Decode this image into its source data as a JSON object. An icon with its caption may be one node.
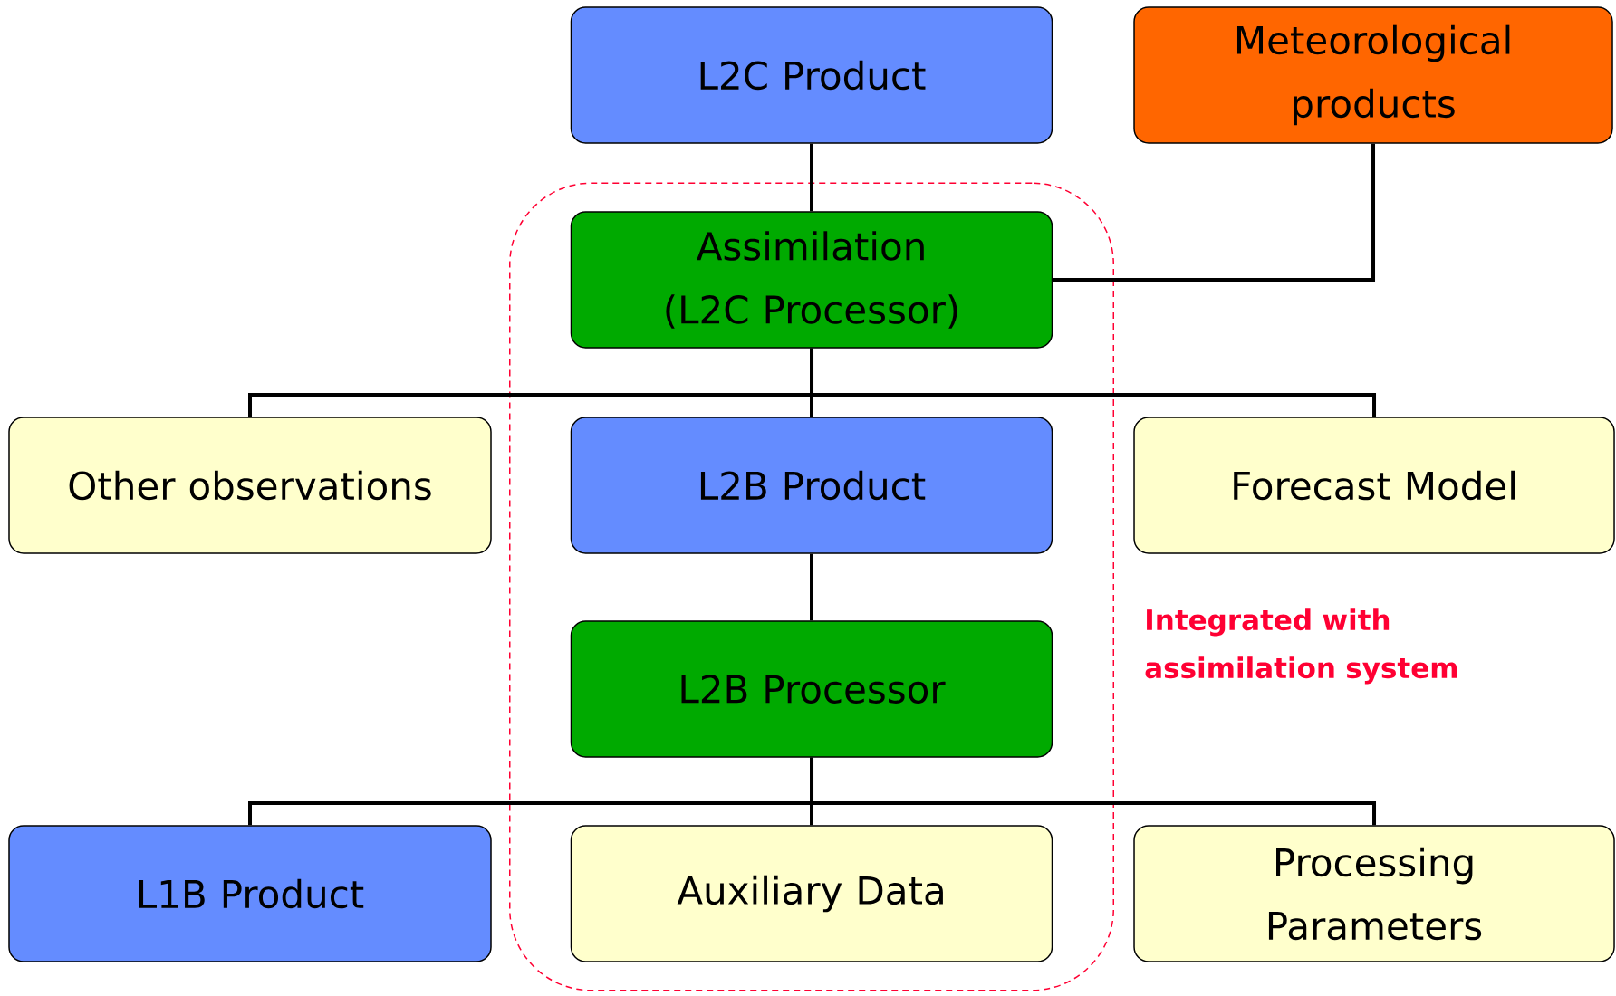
{
  "diagram": {
    "nodes": [
      {
        "text": [
          "Integrated with assimilation system"
        ]
      },
      {
        "text": [
          "L2C Product"
        ]
      },
      {
        "text": [
          "Meteorological products"
        ]
      },
      {
        "text": [
          "Assimilation (L2C Processor)"
        ],
        "in": 0
      },
      {
        "text": [
          "Other observations"
        ]
      },
      {
        "text": [
          "L2B Product"
        ],
        "in": 0
      },
      {
        "text": [
          "Forecast Model"
        ]
      },
      {
        "text": [
          "L2B Processor"
        ],
        "in": 0
      },
      {
        "text": [
          "L1B Product"
        ]
      },
      {
        "text": [
          "Auxiliary Data"
        ],
        "in": 0
      },
      {
        "text": [
          "Processing Parameters"
        ]
      }
    ],
    "edges": [
      {
        "from": 1,
        "to": 3,
        "arrow": "none"
      },
      {
        "from": 2,
        "to": 3,
        "arrow": "none"
      },
      {
        "from": 3,
        "to": 4,
        "arrow": "none"
      },
      {
        "from": 3,
        "to": 5,
        "arrow": "none"
      },
      {
        "from": 3,
        "to": 6,
        "arrow": "none"
      },
      {
        "from": 5,
        "to": 7,
        "arrow": "none"
      },
      {
        "from": 7,
        "to": 8,
        "arrow": "none"
      },
      {
        "from": 7,
        "to": 9,
        "arrow": "none"
      },
      {
        "from": 7,
        "to": 10,
        "arrow": "none"
      }
    ]
  }
}
